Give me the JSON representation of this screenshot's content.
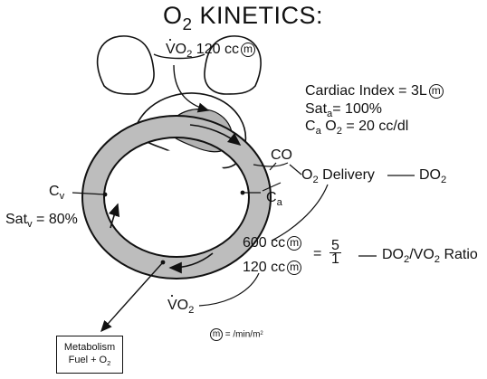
{
  "title": {
    "o": "O",
    "sub": "2",
    "rest": " KINETICS:"
  },
  "vo2_top": {
    "vo": "VO",
    "sub": "2",
    "rest": " 120 cc",
    "unit_symbol": "m"
  },
  "cardiac": {
    "ci": "Cardiac Index  = 3L",
    "ci_unit_symbol": "m",
    "sat_a_prefix": "Sat",
    "sat_a_sub": "a",
    "sat_a_rest": "= 100%",
    "ca_prefix": "C",
    "ca_sub1": "a",
    "ca_mid": " O",
    "ca_sub2": "2",
    "ca_rest": " = 20 cc/dl"
  },
  "co_label": "CO",
  "o2_delivery": {
    "o": "O",
    "sub": "2",
    "rest": " Delivery",
    "dash": "—",
    "do": "DO",
    "do_sub": "2"
  },
  "ca_label": {
    "c": "C",
    "sub": "a"
  },
  "cv_label": {
    "c": "C",
    "sub": "v"
  },
  "sat_v": {
    "prefix": "Sat",
    "sub": "v",
    "rest": " = 80%"
  },
  "ratio": {
    "top": "600 cc",
    "bottom": "120 cc",
    "unit_symbol": "m",
    "eq": "=",
    "num": "5",
    "den": "1",
    "dash": "—",
    "label_do": "DO",
    "label_do_sub": "2",
    "label_mid": "/VO",
    "label_vo_sub": "2",
    "label_rest": " Ratio"
  },
  "vo2_bottom": {
    "vo": "VO",
    "sub": "2"
  },
  "legend": {
    "symbol": "m",
    "text": " = /min/m",
    "sup": "2"
  },
  "metabolism": {
    "line1": "Metabolism",
    "line2": "Fuel + O",
    "line2_sub": "2"
  }
}
